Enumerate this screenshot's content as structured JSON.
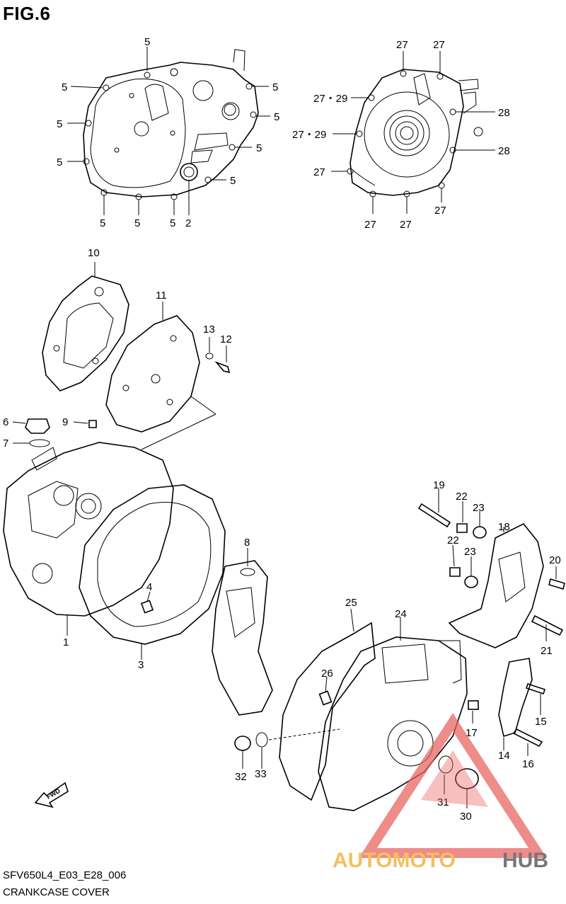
{
  "figure": {
    "title": "FIG.6",
    "code": "SFV650L4_E03_E28_006",
    "name": "CRANKCASE COVER"
  },
  "fwd_label": "FWD",
  "watermark": {
    "text_orange": "AUTOMOTO",
    "text_dark": "HUB",
    "color_red": "#e8605c",
    "color_orange": "#f2a623",
    "color_dark": "#444444"
  },
  "callouts": {
    "c1": "1",
    "c2": "2",
    "c3": "3",
    "c4": "4",
    "c5": "5",
    "c6": "6",
    "c7": "7",
    "c8": "8",
    "c9": "9",
    "c10": "10",
    "c11": "11",
    "c12": "12",
    "c13": "13",
    "c14": "14",
    "c15": "15",
    "c16": "16",
    "c17": "17",
    "c18": "18",
    "c19": "19",
    "c20": "20",
    "c21": "21",
    "c22": "22",
    "c23": "23",
    "c24": "24",
    "c25": "25",
    "c26": "26",
    "c27": "27",
    "c28": "28",
    "c27_29": "27・29",
    "c30": "30",
    "c31": "31",
    "c32": "32",
    "c33": "33"
  }
}
